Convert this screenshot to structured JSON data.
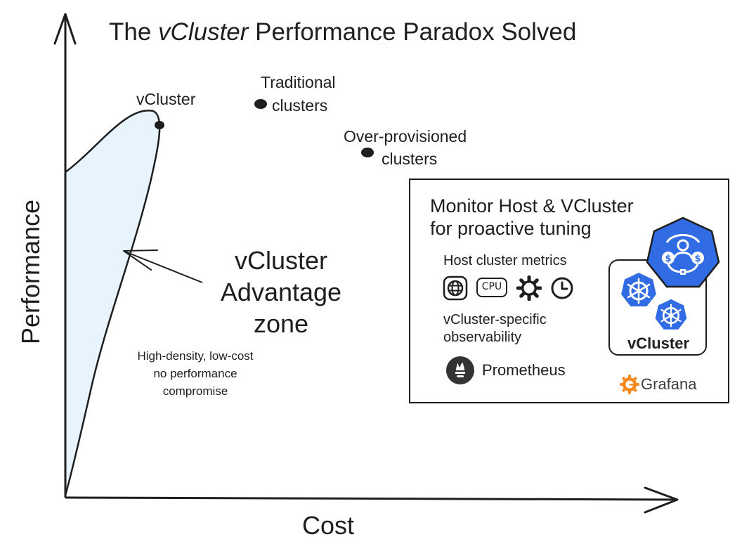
{
  "title": {
    "prefix": "The ",
    "emphasis": "vCluster",
    "suffix": " Performance Paradox Solved"
  },
  "axes": {
    "x_label": "Cost",
    "y_label": "Performance"
  },
  "points": {
    "vcluster": "vCluster",
    "traditional_line1": "Traditional",
    "traditional_line2": "clusters",
    "overprov_line1": "Over-provisioned",
    "overprov_line2": "clusters"
  },
  "zone": {
    "line1": "vCluster",
    "line2": "Advantage",
    "line3": "zone",
    "sub_line1": "High-density, low-cost",
    "sub_line2": "no performance",
    "sub_line3": "compromise",
    "fill_color": "#e8f4fd"
  },
  "panel": {
    "title_line1": "Monitor Host & VCluster",
    "title_line2": "for proactive tuning",
    "host_heading": "Host cluster metrics",
    "cpu_label": "CPU",
    "host_icons": [
      "globe-icon",
      "cpu-icon",
      "gear-icon",
      "clock-icon"
    ],
    "vcluster_heading_line1": "vCluster-specific",
    "vcluster_heading_line2": "observability",
    "prometheus": "Prometheus",
    "grafana": "Grafana",
    "vcluster_badge": "vCluster",
    "kubernetes_blue": "#326ce5",
    "grafana_orange": "#f58a1f"
  }
}
